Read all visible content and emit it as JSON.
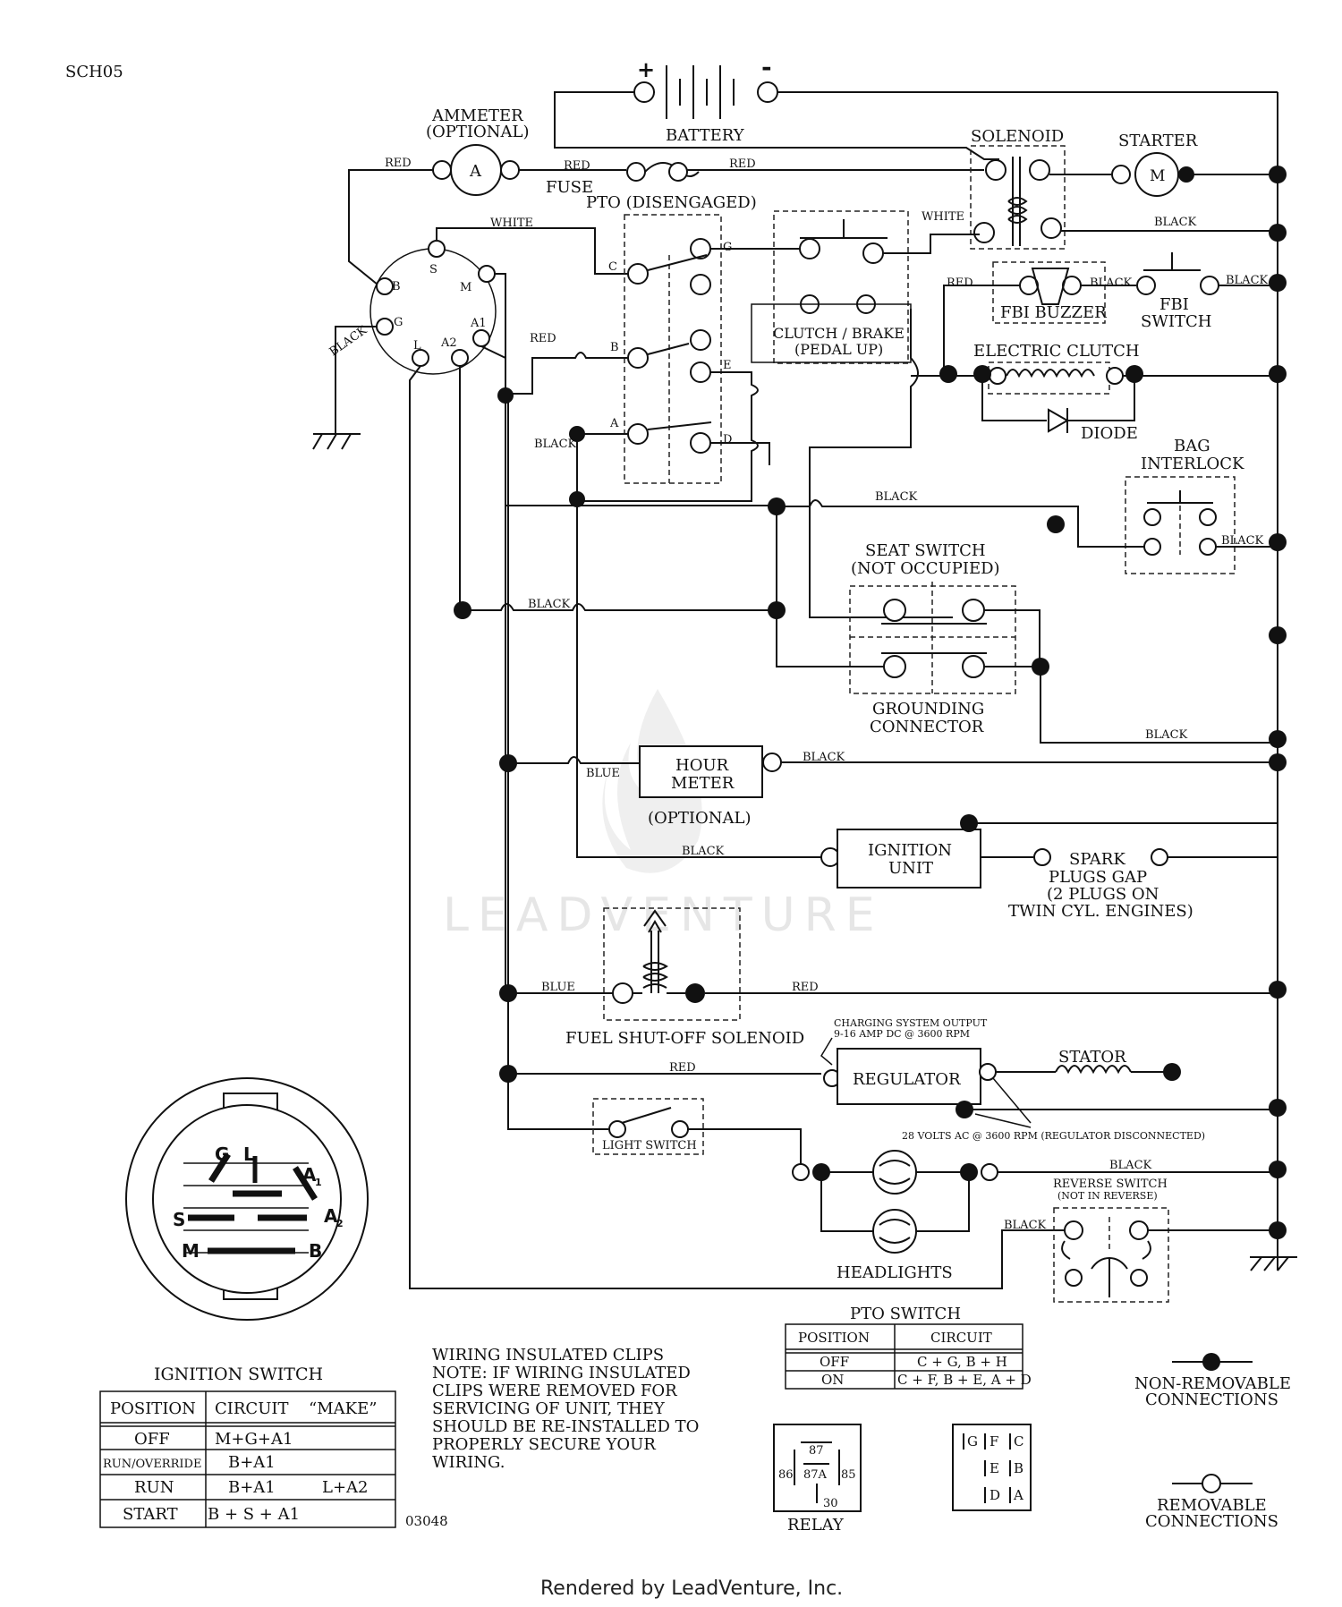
{
  "doc": {
    "id": "SCH05",
    "code": "03048",
    "footer": "Rendered by LeadVenture, Inc.",
    "watermark": "LEADVENTURE"
  },
  "battery": {
    "plus": "+",
    "minus": "-",
    "label": "BATTERY"
  },
  "ammeter": {
    "label": "AMMETER",
    "sub": "(OPTIONAL)",
    "symbol": "A"
  },
  "fuse": {
    "label": "FUSE"
  },
  "solenoid": {
    "label": "SOLENOID"
  },
  "starter": {
    "label": "STARTER",
    "symbol": "M"
  },
  "pto": {
    "label": "PTO (DISENGAGED)",
    "terms": {
      "g": "G",
      "c": "C",
      "b": "B",
      "e": "E",
      "a": "A",
      "d": "D"
    }
  },
  "clutch_brake": {
    "line1": "CLUTCH / BRAKE",
    "line2": "(PEDAL UP)"
  },
  "fbi_buzzer": {
    "label": "FBI BUZZER"
  },
  "fbi_switch": {
    "line1": "FBI",
    "line2": "SWITCH"
  },
  "electric_clutch": {
    "label": "ELECTRIC CLUTCH"
  },
  "diode": {
    "label": "DIODE"
  },
  "bag_interlock": {
    "line1": "BAG",
    "line2": "INTERLOCK"
  },
  "seat_switch": {
    "line1": "SEAT SWITCH",
    "line2": "(NOT OCCUPIED)"
  },
  "grounding_connector": {
    "line1": "GROUNDING",
    "line2": "CONNECTOR"
  },
  "hour_meter": {
    "line1": "HOUR",
    "line2": "METER",
    "sub": "(OPTIONAL)"
  },
  "ignition_unit": {
    "line1": "IGNITION",
    "line2": "UNIT"
  },
  "spark_plugs": {
    "line1": "SPARK",
    "line2": "PLUGS GAP",
    "line3": "(2 PLUGS ON",
    "line4": "TWIN CYL. ENGINES)"
  },
  "fuel_solenoid": {
    "label": "FUEL SHUT-OFF SOLENOID"
  },
  "charging": {
    "line1": "CHARGING SYSTEM OUTPUT",
    "line2": "9-16 AMP DC @ 3600 RPM"
  },
  "regulator": {
    "label": "REGULATOR"
  },
  "stator": {
    "label": "STATOR"
  },
  "ac_note": "28 VOLTS AC @ 3600 RPM (REGULATOR DISCONNECTED)",
  "light_switch": {
    "label": "LIGHT SWITCH"
  },
  "headlights": {
    "label": "HEADLIGHTS"
  },
  "reverse_switch": {
    "line1": "REVERSE SWITCH",
    "line2": "(NOT IN REVERSE)"
  },
  "ign_switch_terms": {
    "s": "S",
    "m": "M",
    "b": "B",
    "g": "G",
    "l": "L",
    "a1": "A1",
    "a2": "A2"
  },
  "wire_colors": {
    "red": "RED",
    "white": "WHITE",
    "black": "BLACK",
    "blue": "BLUE"
  },
  "ignition_switch_icon": {
    "g": "G",
    "l": "L",
    "a1": "A",
    "a1_sub": "1",
    "s": "S",
    "a2": "A",
    "a2_sub": "2",
    "m": "M",
    "b": "B"
  },
  "ignition_table": {
    "title": "IGNITION SWITCH",
    "headers": [
      "POSITION",
      "CIRCUIT",
      "“MAKE”"
    ],
    "rows": [
      [
        "OFF",
        "M+G+A1",
        ""
      ],
      [
        "RUN/OVERRIDE",
        "B+A1",
        ""
      ],
      [
        "RUN",
        "B+A1",
        "L+A2"
      ],
      [
        "START",
        "B + S + A1",
        ""
      ]
    ]
  },
  "note": {
    "lines": [
      "WIRING INSULATED CLIPS",
      "NOTE:  IF WIRING INSULATED",
      "CLIPS WERE REMOVED FOR",
      "SERVICING OF UNIT, THEY",
      "SHOULD BE RE-INSTALLED TO",
      "PROPERLY SECURE YOUR",
      "WIRING."
    ]
  },
  "pto_table": {
    "title": "PTO SWITCH",
    "headers": [
      "POSITION",
      "CIRCUIT"
    ],
    "rows": [
      [
        "OFF",
        "C + G, B + H"
      ],
      [
        "ON",
        "C + F, B + E, A + D"
      ]
    ]
  },
  "relay": {
    "label": "RELAY",
    "pins": [
      "87",
      "86",
      "87A",
      "85",
      "30"
    ]
  },
  "connector_pins": [
    "G",
    "F",
    "C",
    "E",
    "B",
    "D",
    "A"
  ],
  "legend": {
    "non_removable1": "NON-REMOVABLE",
    "non_removable2": "CONNECTIONS",
    "removable1": "REMOVABLE",
    "removable2": "CONNECTIONS"
  }
}
